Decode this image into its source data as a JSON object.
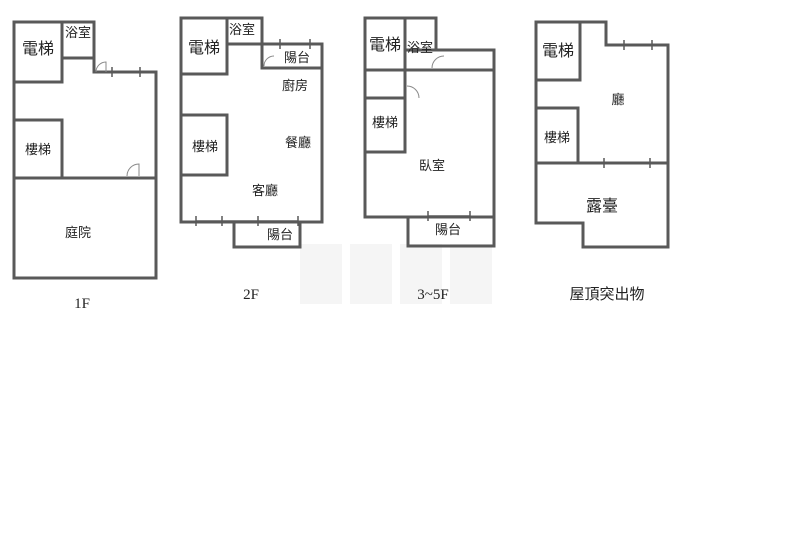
{
  "floors": [
    {
      "caption": "1F",
      "rooms": {
        "elevator": "電梯",
        "bathroom": "浴室",
        "stairs": "樓梯",
        "courtyard": "庭院"
      }
    },
    {
      "caption": "2F",
      "rooms": {
        "elevator": "電梯",
        "bathroom": "浴室",
        "balcony_top": "陽台",
        "kitchen": "廚房",
        "stairs": "樓梯",
        "dining": "餐廳",
        "living": "客廳",
        "balcony_bottom": "陽台"
      }
    },
    {
      "caption": "3~5F",
      "rooms": {
        "elevator": "電梯",
        "bathroom": "浴室",
        "stairs": "樓梯",
        "bedroom": "臥室",
        "balcony": "陽台"
      }
    },
    {
      "caption": "屋頂突出物",
      "rooms": {
        "elevator": "電梯",
        "hall": "廳",
        "stairs": "樓梯",
        "terrace": "露臺"
      }
    }
  ],
  "colors": {
    "wall": "#595959",
    "text": "#222222",
    "background": "#ffffff"
  }
}
